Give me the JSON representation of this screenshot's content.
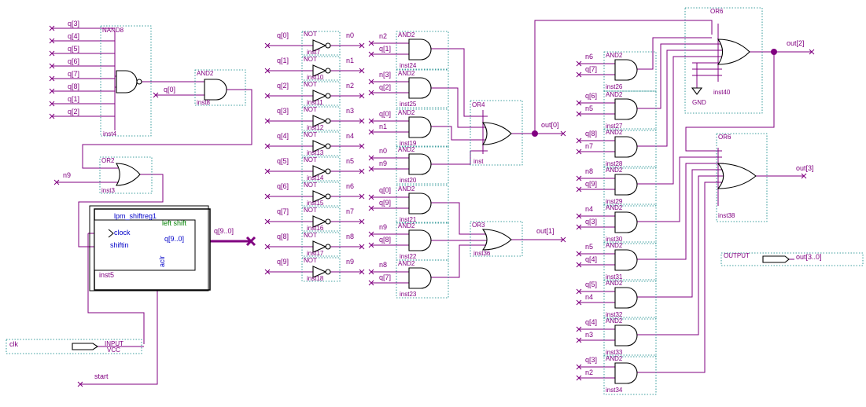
{
  "shiftreg": {
    "title": "lpm_shiftreg1",
    "param": "left shift",
    "clock": "clock",
    "shiftin": "shiftin",
    "q": "q[9..0]",
    "aclr": "aclr",
    "inst": "inst5"
  },
  "nand8": {
    "type": "NAND8",
    "inst": "inst4",
    "inputs": [
      "q[3]",
      "q[4]",
      "q[5]",
      "q[6]",
      "q[7]",
      "q[8]",
      "q[1]",
      "q[2]"
    ]
  },
  "and_top": {
    "type": "AND2",
    "inst": "inst8",
    "input": "q[0]"
  },
  "or2": {
    "type": "OR2",
    "inst": "inst3",
    "input": "n9"
  },
  "nots": [
    {
      "in": "q[0]",
      "out": "n0",
      "inst": "inst7"
    },
    {
      "in": "q[1]",
      "out": "n1",
      "inst": "inst10"
    },
    {
      "in": "q[2]",
      "out": "n2",
      "inst": "inst11"
    },
    {
      "in": "q[3]",
      "out": "n3",
      "inst": "inst12"
    },
    {
      "in": "q[4]",
      "out": "n4",
      "inst": "inst13"
    },
    {
      "in": "q[5]",
      "out": "n5",
      "inst": "inst14"
    },
    {
      "in": "q[6]",
      "out": "n6",
      "inst": "inst15"
    },
    {
      "in": "q[7]",
      "out": "n7",
      "inst": "inst16"
    },
    {
      "in": "q[8]",
      "out": "n8",
      "inst": "inst17"
    },
    {
      "in": "q[9]",
      "out": "n9",
      "inst": "inst18"
    }
  ],
  "not_type": "NOT",
  "and2_type": "AND2",
  "mid_ands": [
    {
      "a": "n2",
      "b": "q[1]",
      "inst": "inst24"
    },
    {
      "a": "n[3]",
      "b": "q[2]",
      "inst": "inst25"
    },
    {
      "a": "q[0]",
      "b": "n1",
      "inst": "inst19"
    },
    {
      "a": "n0",
      "b": "n9",
      "inst": "inst20"
    },
    {
      "a": "q[0]",
      "b": "q[9]",
      "inst": "inst21"
    },
    {
      "a": "n9",
      "b": "q[8]",
      "inst": "inst22"
    },
    {
      "a": "n8",
      "b": "q[7]",
      "inst": "inst23"
    }
  ],
  "or4": {
    "type": "OR4",
    "inst": "inst",
    "out": "out[0]"
  },
  "or3": {
    "type": "OR3",
    "inst": "inst36",
    "out": "out[1]"
  },
  "right_ands": [
    {
      "a": "n6",
      "b": "q[7]",
      "inst": "inst26"
    },
    {
      "a": "q[6]",
      "b": "n5",
      "inst": "inst27"
    },
    {
      "a": "q[8]",
      "b": "n7",
      "inst": "inst28"
    },
    {
      "a": "n8",
      "b": "q[9]",
      "inst": "inst29"
    },
    {
      "a": "n4",
      "b": "q[3]",
      "inst": "inst30"
    },
    {
      "a": "n5",
      "b": "q[4]",
      "inst": "inst31"
    },
    {
      "a": "q[5]",
      "b": "n4",
      "inst": "inst32"
    },
    {
      "a": "q[4]",
      "b": "n3",
      "inst": "inst33"
    },
    {
      "a": "q[3]",
      "b": "n2",
      "inst": "inst34"
    }
  ],
  "or6a": {
    "type": "OR6",
    "inst": "inst40",
    "out": "out[2]",
    "gnd": "GND"
  },
  "or6b": {
    "type": "OR6",
    "inst": "inst38",
    "out": "out[3]"
  },
  "pins": {
    "clk": "clk",
    "input_label": "INPUT",
    "vcc": "VCC",
    "start": "start",
    "output_label": "OUTPUT",
    "output_name": "out[3..0]"
  }
}
